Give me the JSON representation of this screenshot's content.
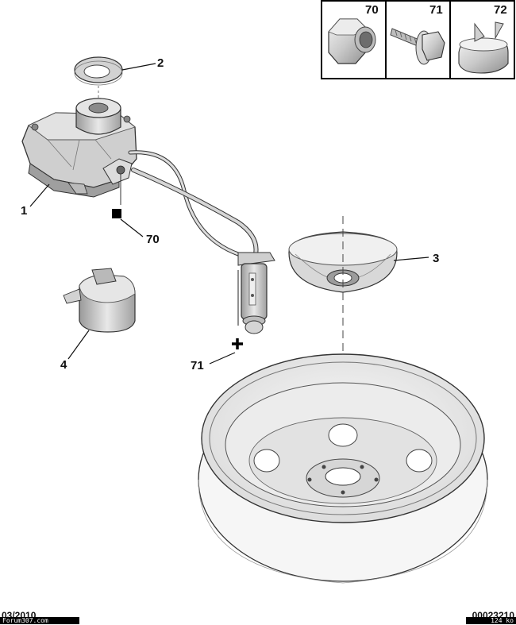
{
  "callouts": {
    "c1": "1",
    "c2": "2",
    "c3": "3",
    "c4": "4",
    "c70": "70",
    "c71": "71"
  },
  "kit": {
    "cell_70": "70",
    "cell_71": "71",
    "cell_72": "72"
  },
  "footer": {
    "date": "03/2010",
    "ref": "00023210",
    "site": "Forum307.com",
    "size": "124 ko"
  },
  "colors": {
    "line": "#222222",
    "part_gray": "#c8c8c8",
    "part_light": "#e6e6e6",
    "wheel": "#ededed"
  }
}
